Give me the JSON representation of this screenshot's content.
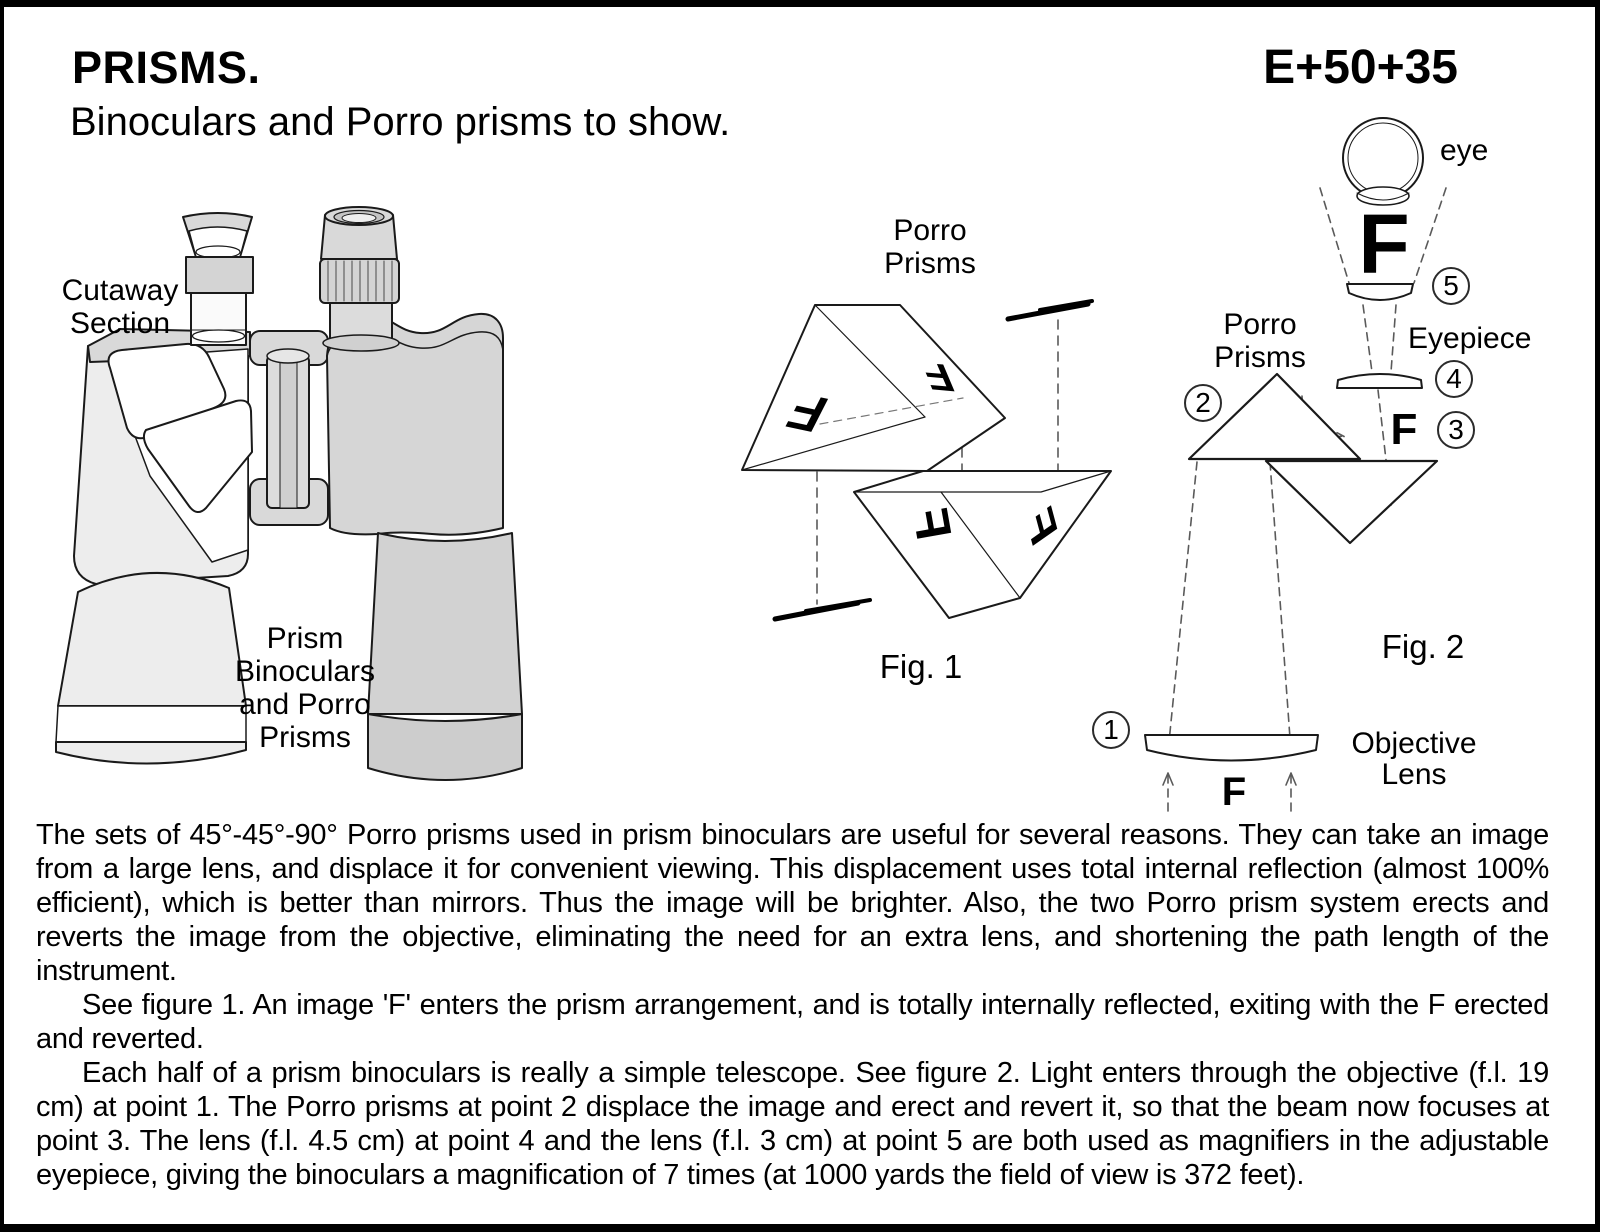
{
  "page": {
    "title": "PRISMS.",
    "code": "E+50+35",
    "subtitle": "Binoculars and Porro prisms to show."
  },
  "binoculars": {
    "cutaway_label": [
      "Cutaway",
      "Section"
    ],
    "main_label": [
      "Prism",
      "Binoculars",
      "and Porro",
      "Prisms"
    ]
  },
  "fig1": {
    "label": [
      "Porro",
      "Prisms"
    ],
    "caption": "Fig. 1",
    "letters": [
      "F",
      "F",
      "F",
      "F"
    ]
  },
  "fig2": {
    "label_porro": [
      "Porro",
      "Prisms"
    ],
    "eye_label": "eye",
    "eyepiece_label": "Eyepiece",
    "objective_label": [
      "Objective",
      "Lens"
    ],
    "caption": "Fig. 2",
    "points": [
      "1",
      "2",
      "3",
      "4",
      "5"
    ],
    "letters": {
      "retina": "F",
      "point3": "F",
      "object": "F"
    }
  },
  "body": {
    "p1": "The sets of 45°-45°-90° Porro prisms used in prism binoculars are useful for several reasons.  They can take an image from a large lens, and displace it for convenient viewing. This displacement uses total internal reflection (almost 100%  efficient), which is better than mirrors. Thus the image will be brighter. Also, the two Porro prism system erects and reverts the image from the objective, eliminating the need for an extra lens, and shortening the path length of the instrument.",
    "p2": "See figure 1. An image 'F' enters the prism arrangement, and is totally internally reflected, exiting with the F erected and reverted.",
    "p3": "Each half of a prism binoculars is really a simple telescope. See figure 2. Light enters through the objective (f.l. 19 cm) at point 1. The Porro prisms at point 2 displace the image and erect and revert it, so that the beam now focuses at point 3. The lens (f.l. 4.5 cm) at point 4 and the lens (f.l. 3 cm) at point 5 are both used as magnifiers in the adjustable eyepiece, giving the binoculars a magnification of 7 times (at 1000 yards the field of view is 372 feet)."
  }
}
